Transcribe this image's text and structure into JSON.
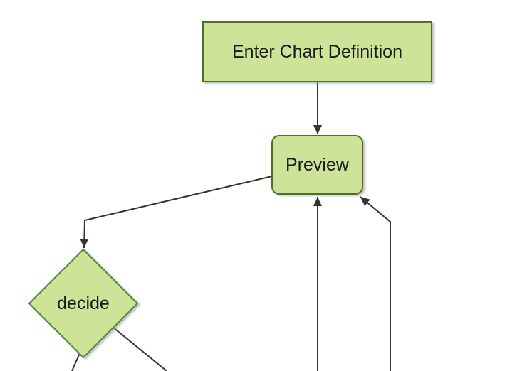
{
  "diagram": {
    "type": "flowchart",
    "nodes": [
      {
        "id": "enter-chart-definition",
        "label": "Enter Chart Definition",
        "shape": "rectangle"
      },
      {
        "id": "preview",
        "label": "Preview",
        "shape": "rounded-rectangle"
      },
      {
        "id": "decide",
        "label": "decide",
        "shape": "diamond"
      }
    ],
    "edges": [
      {
        "from": "enter-chart-definition",
        "to": "preview",
        "arrow": true
      },
      {
        "from": "preview",
        "to": "decide",
        "arrow": true
      },
      {
        "from": "offscreen-bottom-1",
        "to": "preview",
        "arrow": true
      },
      {
        "from": "offscreen-bottom-2",
        "to": "preview",
        "arrow": true
      },
      {
        "from": "decide",
        "to": "offscreen-bottom-left",
        "arrow": false
      },
      {
        "from": "decide",
        "to": "offscreen-bottom-right",
        "arrow": false
      }
    ],
    "colors": {
      "node_fill": "#cde498",
      "rect_border": "#4c7026",
      "diamond_border": "#568230",
      "edge": "#333333",
      "text": "#1a1a1a",
      "shadow": "#999999",
      "background": "#ffffff"
    }
  }
}
